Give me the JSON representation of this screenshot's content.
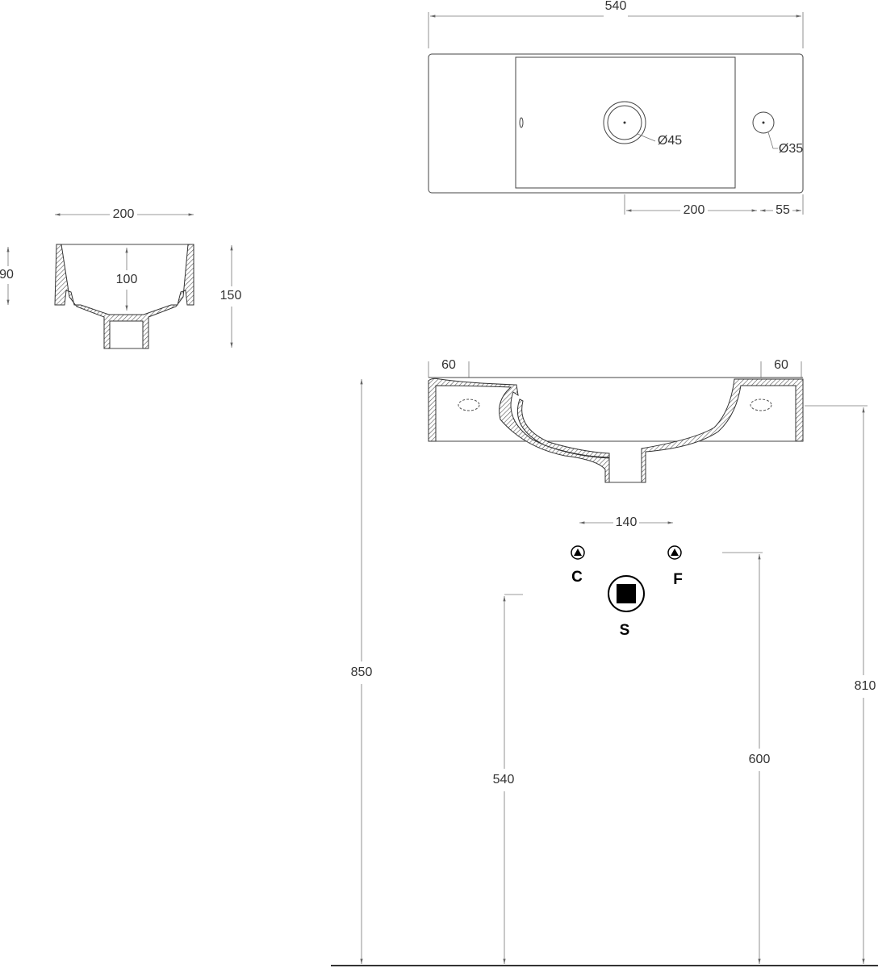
{
  "top_view": {
    "width": "540",
    "tap_hole": "Ø45",
    "overflow_hole": "Ø35",
    "offset_tap": "200",
    "offset_edge": "55"
  },
  "side_view": {
    "width": "200",
    "bowl_depth": "100",
    "rim_height": "90",
    "total_height": "150"
  },
  "front_view": {
    "left_shelf": "60",
    "right_shelf": "60"
  },
  "installation": {
    "supply_spacing": "140",
    "hot_label": "C",
    "cold_label": "F",
    "waste_label": "S",
    "height_top": "850",
    "height_waste": "540",
    "height_supply": "600",
    "height_fixing": "810"
  }
}
